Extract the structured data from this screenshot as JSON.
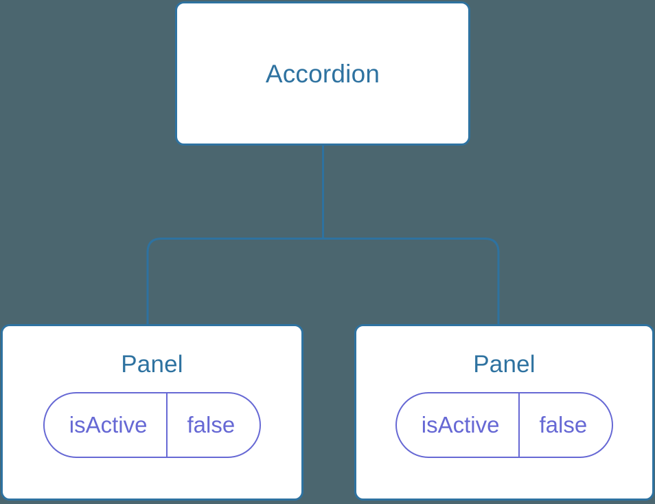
{
  "diagram": {
    "type": "component-tree",
    "background_color": "#4b666f",
    "node_border_color": "#2e72a0",
    "node_title_color": "#2e72a0",
    "connector_color": "#2e72a0",
    "badge_color": "#6668d4",
    "nodes": [
      {
        "id": "root",
        "title": "Accordion",
        "props": []
      },
      {
        "id": "child-left",
        "title": "Panel",
        "props": [
          {
            "key": "isActive",
            "value": "false"
          }
        ]
      },
      {
        "id": "child-right",
        "title": "Panel",
        "props": [
          {
            "key": "isActive",
            "value": "false"
          }
        ]
      }
    ],
    "edges": [
      {
        "from": "root",
        "to": "child-left"
      },
      {
        "from": "root",
        "to": "child-right"
      }
    ]
  }
}
